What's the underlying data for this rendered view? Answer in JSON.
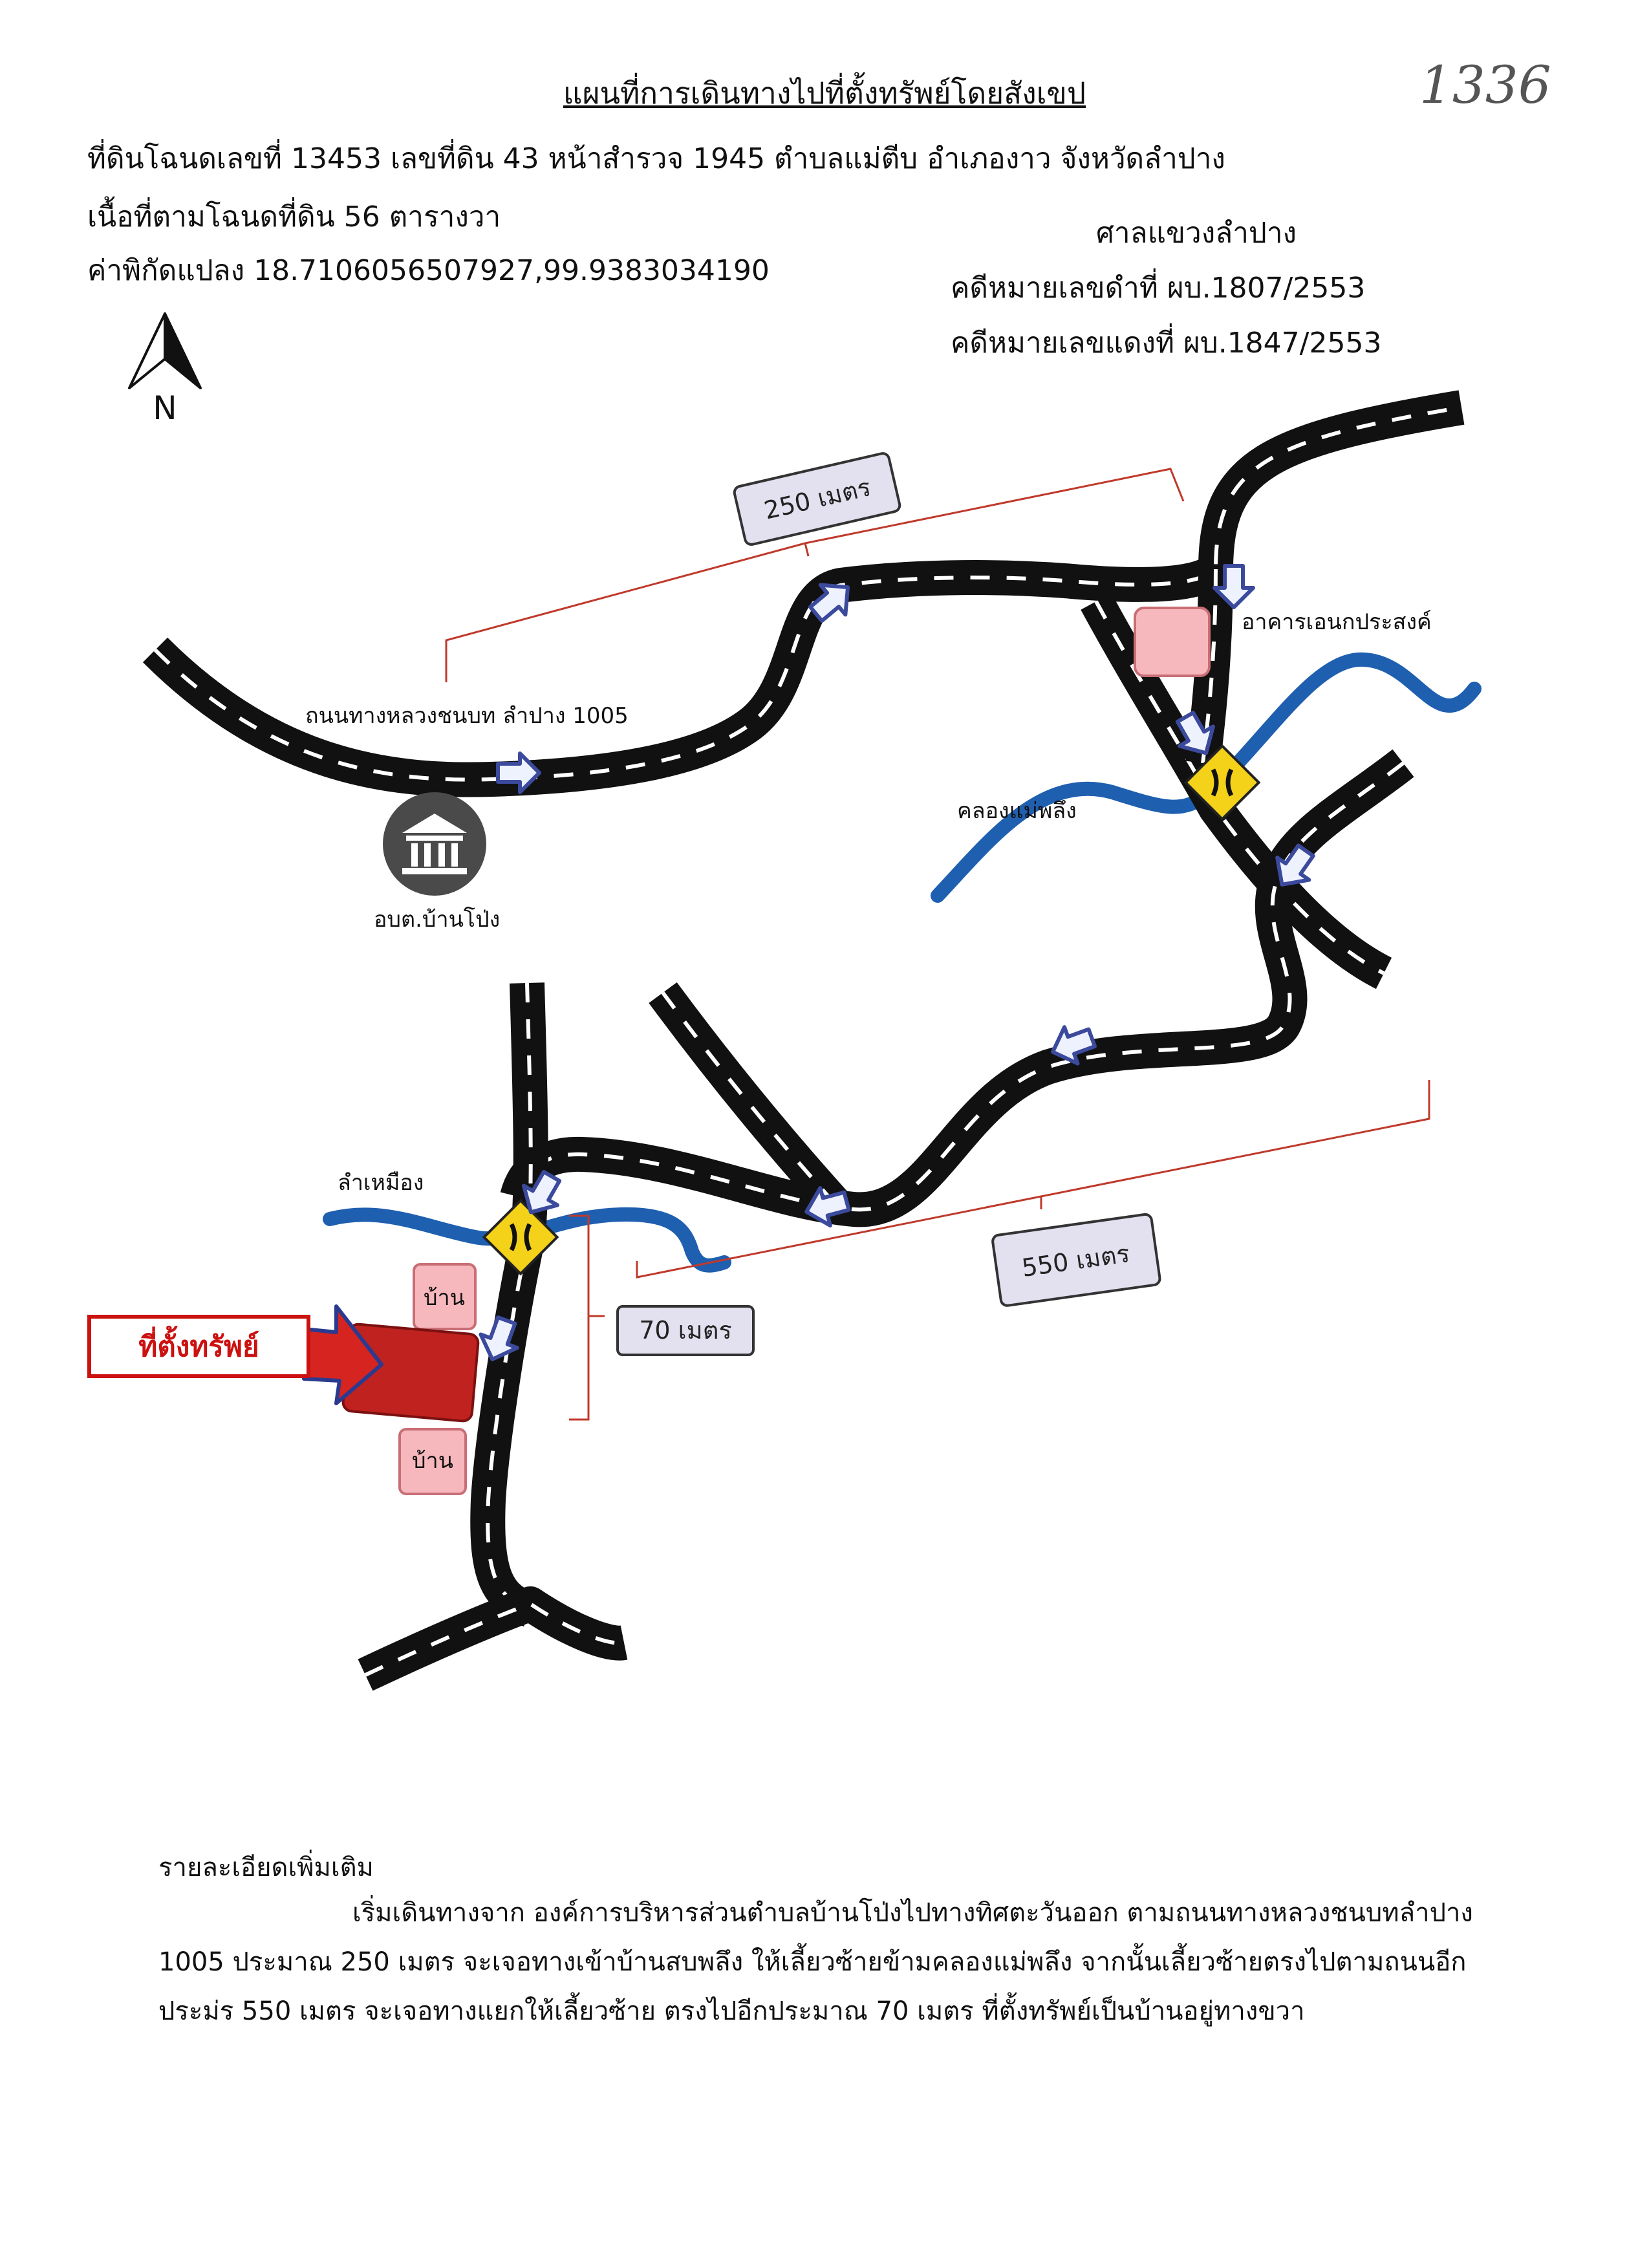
{
  "page_number": "1336",
  "header": {
    "title": "แผนที่การเดินทางไปที่ตั้งทรัพย์โดยสังเขป",
    "deed_line": "ที่ดินโฉนดเลขที่ 13453  เลขที่ดิน 43  หน้าสำรวจ 1945  ตำบลแม่ตีบ  อำเภองาว  จังหวัดลำปาง",
    "area_line": "เนื้อที่ตามโฉนดที่ดิน 56 ตารางวา",
    "coords_line": "ค่าพิกัดแปลง 18.7106056507927,99.9383034190"
  },
  "court": {
    "name": "ศาลแขวงลำปาง",
    "black_case": "คดีหมายเลขดำที่ ผบ.1807/2553",
    "red_case": "คดีหมายเลขแดงที่ ผบ.1847/2553"
  },
  "compass": {
    "label": "N",
    "icon": "north-arrow-icon"
  },
  "map": {
    "road_main_label": "ถนนทางหลวงชนบท ลำปาง 1005",
    "office_label": "อบต.บ้านโป่ง",
    "office_icon": "government-building-icon",
    "building_label": "อาคารเอนกประสงค์",
    "canal_label": "คลองแม่พลึง",
    "stream_label": "ลำเหมือง",
    "dist_1": "250 เมตร",
    "dist_2": "550 เมตร",
    "dist_3": "70 เมตร",
    "house_label_1": "บ้าน",
    "house_label_2": "บ้าน",
    "target_label": "ที่ตั้งทรัพย์",
    "colors": {
      "road": "#111111",
      "road_dash": "#ffffff",
      "water": "#1f5fb0",
      "bracket": "#c0392b",
      "bridge": "#f4d21a",
      "house": "#f7b8bd",
      "target": "#c0221f",
      "arrow_fill": "#eef2ff",
      "arrow_stroke": "#3b4a9c"
    }
  },
  "details": {
    "heading": "รายละเอียดเพิ่มเติม",
    "body": "เริ่มเดินทางจาก องค์การบริหารส่วนตำบลบ้านโป่งไปทางทิศตะวันออก ตามถนนทางหลวงชนบทลำปาง 1005 ประมาณ 250 เมตร จะเจอทางเข้าบ้านสบพลึง ให้เลี้ยวซ้ายข้ามคลองแม่พลึง จากนั้นเลี้ยวซ้ายตรงไปตามถนนอีกประม่ร  550 เมตร จะเจอทางแยกให้เลี้ยวซ้าย ตรงไปอีกประมาณ 70 เมตร ที่ตั้งทรัพย์เป็นบ้านอยู่ทางขวา"
  }
}
